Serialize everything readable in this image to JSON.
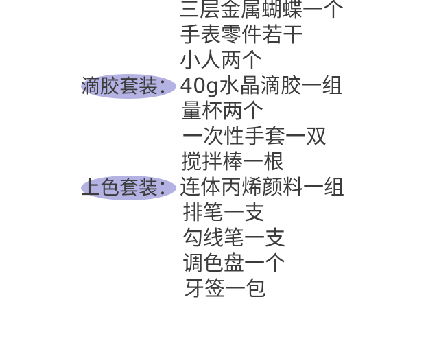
{
  "page": {
    "background_color": "#ffffff",
    "text_color": "#3c3c3c",
    "highlight_color": "#b4b2e2"
  },
  "lines": [
    {
      "label": "",
      "text": "三层金属蝴蝶一个"
    },
    {
      "label": "",
      "text": "手表零件若干"
    },
    {
      "label": "",
      "text": "小人两个"
    },
    {
      "label": "滴胶套装：",
      "text": "40g水晶滴胶一组"
    },
    {
      "label": "",
      "text": "量杯两个"
    },
    {
      "label": "",
      "text": "一次性手套一双"
    },
    {
      "label": "",
      "text": "搅拌棒一根"
    },
    {
      "label": "上色套装：",
      "text": "连体丙烯颜料一组"
    },
    {
      "label": "",
      "text": "排笔一支"
    },
    {
      "label": "",
      "text": "勾线笔一支"
    },
    {
      "label": "",
      "text": "调色盘一个"
    },
    {
      "label": "",
      "text": "牙签一包"
    }
  ]
}
